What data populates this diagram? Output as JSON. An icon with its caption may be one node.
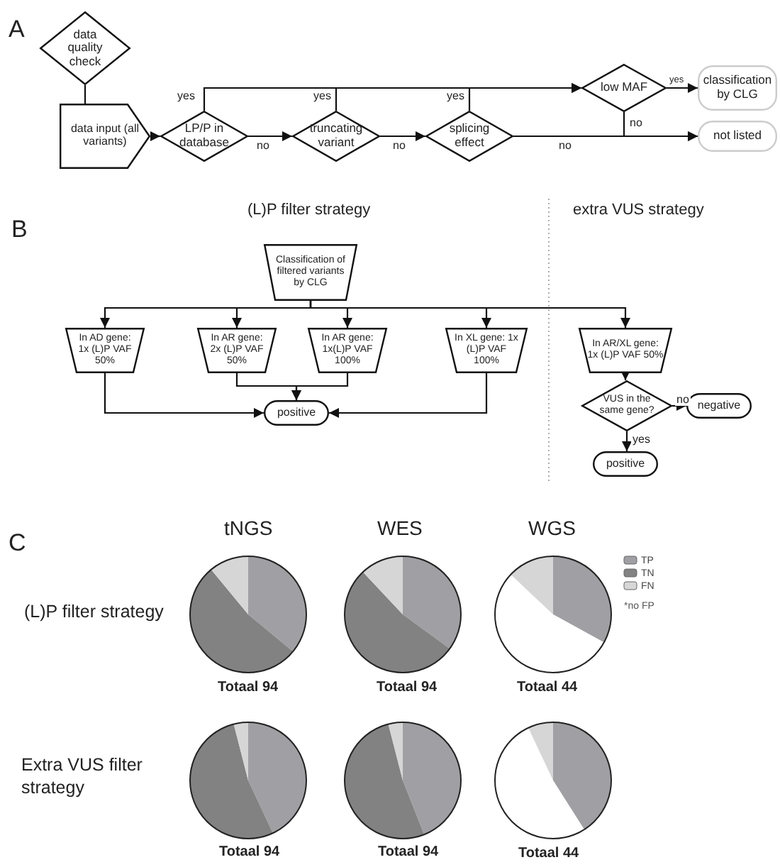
{
  "diagram": {
    "nodes": [
      {
        "text": [
          "data quality check"
        ]
      },
      {
        "text": [
          "data input (all variants)"
        ]
      },
      {
        "text": [
          "LP/P in database"
        ]
      },
      {
        "text": [
          "truncating variant"
        ]
      },
      {
        "text": [
          "splicing effect"
        ]
      },
      {
        "text": [
          "low MAF"
        ]
      },
      {
        "text": [
          "classification by CLG"
        ]
      },
      {
        "text": [
          "not listed"
        ]
      },
      {
        "text": [
          "Classification of filtered variants by CLG"
        ]
      },
      {
        "text": [
          "In AD gene: 1x (L)P VAF 50%"
        ]
      },
      {
        "text": [
          "In AR gene: 2x (L)P VAF 50%"
        ]
      },
      {
        "text": [
          "In AR gene: 1x(L)P VAF 100%"
        ]
      },
      {
        "text": [
          "In XL gene: 1x (L)P VAF 100%"
        ]
      },
      {
        "text": [
          "positive"
        ]
      },
      {
        "text": [
          "In AR/XL gene: 1x (L)P VAF 50%"
        ]
      },
      {
        "text": [
          "VUS in the same gene?"
        ]
      },
      {
        "text": [
          "negative"
        ]
      },
      {
        "text": [
          "positive"
        ]
      }
    ],
    "edges": [
      {
        "from": 0,
        "to": 1,
        "arrow": "none"
      },
      {
        "from": 1,
        "to": 2,
        "arrow": "to"
      },
      {
        "from": 2,
        "to": 3,
        "arrow": "to",
        "label": "no"
      },
      {
        "from": 3,
        "to": 4,
        "arrow": "to",
        "label": "no"
      },
      {
        "from": 4,
        "to": 7,
        "arrow": "to",
        "label": "no"
      },
      {
        "from": 2,
        "to": 5,
        "arrow": "to",
        "label": "yes"
      },
      {
        "from": 3,
        "to": 5,
        "arrow": "to",
        "label": "yes"
      },
      {
        "from": 4,
        "to": 5,
        "arrow": "to",
        "label": "yes"
      },
      {
        "from": 5,
        "to": 6,
        "arrow": "to",
        "label": "yes"
      },
      {
        "from": 5,
        "to": 7,
        "arrow": "to",
        "label": "no"
      },
      {
        "from": 8,
        "to": 9,
        "arrow": "to"
      },
      {
        "from": 8,
        "to": 10,
        "arrow": "to"
      },
      {
        "from": 8,
        "to": 11,
        "arrow": "to"
      },
      {
        "from": 8,
        "to": 12,
        "arrow": "to"
      },
      {
        "from": 8,
        "to": 14,
        "arrow": "to"
      },
      {
        "from": 9,
        "to": 13,
        "arrow": "to"
      },
      {
        "from": 10,
        "to": 13,
        "arrow": "to"
      },
      {
        "from": 11,
        "to": 13,
        "arrow": "to"
      },
      {
        "from": 12,
        "to": 13,
        "arrow": "to"
      },
      {
        "from": 14,
        "to": 15,
        "arrow": "to"
      },
      {
        "from": 15,
        "to": 16,
        "arrow": "to",
        "label": "no"
      },
      {
        "from": 15,
        "to": 17,
        "arrow": "to",
        "label": "yes"
      }
    ],
    "labels": [
      "A",
      "B",
      "(L)P filter strategy",
      "extra VUS strategy",
      "C",
      "tNGS",
      "WES",
      "WGS",
      "(L)P filter strategy",
      "Totaal 94",
      "Totaal 94",
      "Totaal 44",
      "Extra VUS filter strategy",
      "Totaal 94",
      "Totaal 94",
      "Totaal 44",
      "*no FP"
    ],
    "legend": [
      {
        "text": "TP",
        "color": "#a0a0a4"
      },
      {
        "text": "TN",
        "color": "#828282"
      },
      {
        "text": "FN",
        "color": "#d6d6d6"
      }
    ]
  }
}
